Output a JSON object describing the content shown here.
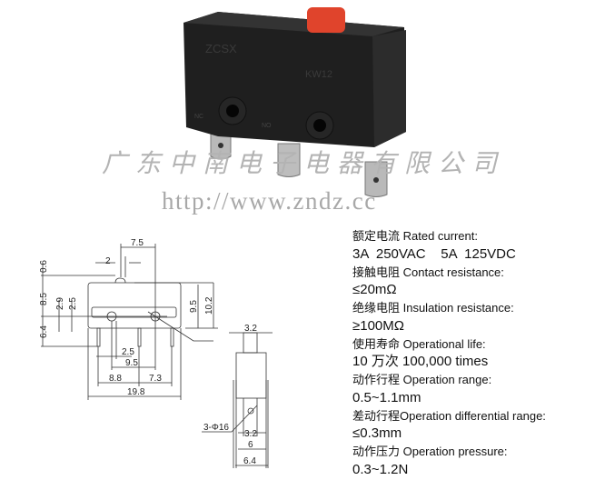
{
  "watermark": {
    "company_cn": "广东中南电子电器有限公司",
    "url": "http://www.zndz.cc"
  },
  "product_markings": [
    "ZCSX",
    "KW12",
    "NC",
    "NO"
  ],
  "drawing": {
    "dimensions": [
      "7.5",
      "2",
      "0.6",
      "8.5",
      "2.9",
      "2.5",
      "6.4",
      "9.5",
      "10.2",
      "2.5",
      "9.5",
      "8.8",
      "7.3",
      "19.8"
    ],
    "side_view_dimensions": [
      "3.2",
      "3-Φ16",
      "3.2",
      "6",
      "6.4"
    ]
  },
  "specs": [
    {
      "label": "额定电流 Rated current:",
      "value": "3A  250VAC    5A  125VDC"
    },
    {
      "label": "接触电阻 Contact resistance:",
      "value": "≤20mΩ"
    },
    {
      "label": "绝缘电阻 Insulation resistance:",
      "value": "≥100MΩ"
    },
    {
      "label": "使用寿命 Operational life:",
      "value": "10 万次 100,000 times"
    },
    {
      "label": "动作行程 Operation range:",
      "value": "0.5~1.1mm"
    },
    {
      "label": "差动行程Operation differential range:",
      "value": "≤0.3mm"
    },
    {
      "label": "动作压力 Operation pressure:",
      "value": "0.3~1.2N"
    }
  ],
  "colors": {
    "body": "#1e1e1e",
    "plunger": "#e0442c",
    "watermark": "#b3b3b3"
  }
}
